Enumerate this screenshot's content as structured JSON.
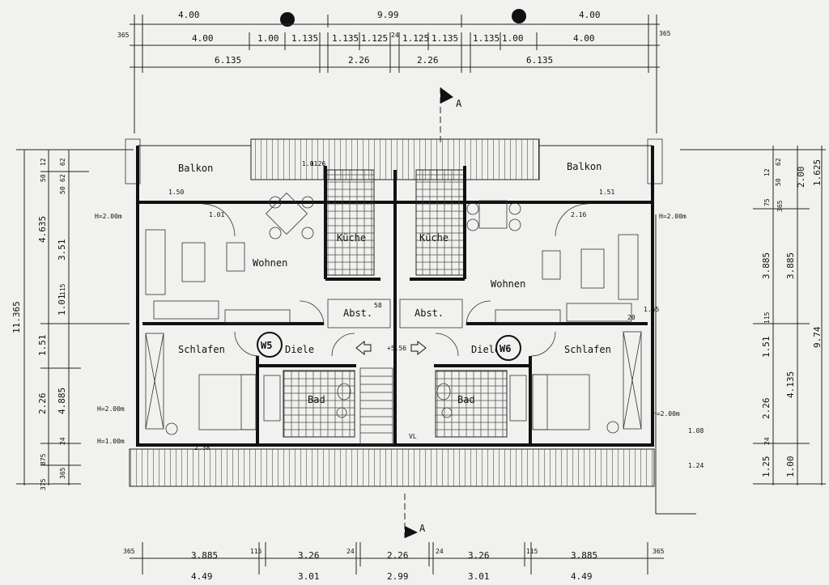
{
  "top_dimensions": {
    "row1": [
      "4.00",
      "9.99",
      "4.00"
    ],
    "row2": [
      "4.00",
      "1.00",
      "1.135",
      "1.135",
      "1.125",
      "24",
      "1.125",
      "1.135",
      "1.135",
      "1.00",
      "4.00"
    ],
    "row3": [
      "6.135",
      "2.26",
      "2.26",
      "6.135"
    ],
    "edge": [
      "365",
      "365"
    ]
  },
  "bottom_dimensions": {
    "row1": [
      "365",
      "3.885",
      "115",
      "3.26",
      "24",
      "2.26",
      "24",
      "3.26",
      "115",
      "3.885",
      "365"
    ],
    "row2": [
      "4.49",
      "3.01",
      "2.99",
      "3.01",
      "4.49"
    ]
  },
  "left_dimensions": [
    "11.365",
    "4.635",
    "3.51",
    "1.01",
    "1.51",
    "2.26",
    "4.885",
    "875",
    "365",
    "375",
    "12",
    "62",
    "50",
    "62",
    "50",
    "115",
    "24"
  ],
  "right_dimensions": [
    "1.625",
    "2.00",
    "3.885",
    "3.885",
    "4.135",
    "9.74",
    "1.51",
    "2.26",
    "1.25",
    "1.00",
    "12",
    "62",
    "50",
    "75",
    "365",
    "115",
    "24"
  ],
  "rooms": {
    "balkon_left": "Balkon",
    "balkon_right": "Balkon",
    "wohnen_left": "Wohnen",
    "wohnen_right": "Wohnen",
    "kueche_left": "Küche",
    "kueche_right": "Küche",
    "abst_left": "Abst.",
    "abst_right": "Abst.",
    "schlafen_left": "Schlafen",
    "schlafen_right": "Schlafen",
    "diele_left": "Diele",
    "diele_right": "Diele",
    "bad_left": "Bad",
    "bad_right": "Bad"
  },
  "units": {
    "left": "W5",
    "right": "W6"
  },
  "section_marker": "A",
  "level_marker": "+5.56",
  "height_notes": {
    "h200_left": "H=2.00m",
    "h200_right": "H=2.00m",
    "h200_left_low": "H=2.00m",
    "h100_left": "H=1.00m",
    "h200_right_low": "H=2.00m"
  },
  "small_labels": [
    "1.01",
    "1.26",
    "1.50",
    "1.51",
    "1.01",
    "2.16",
    "58",
    "2.38",
    "1.08",
    "1.24",
    "1.65",
    "20",
    "VL"
  ]
}
